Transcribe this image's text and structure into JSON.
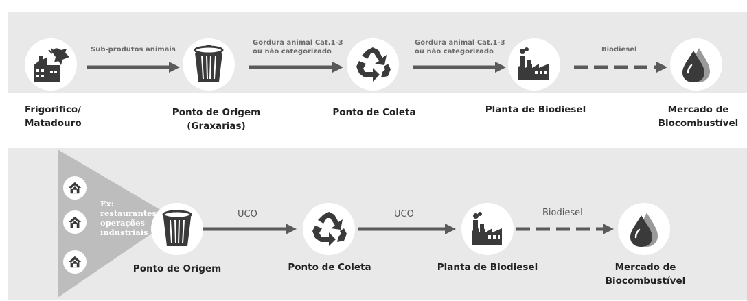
{
  "row1": {
    "nodes": [
      {
        "label_lines": [
          "Frigorifico/",
          "Matadouro"
        ],
        "icon": "slaughterhouse-icon"
      },
      {
        "label_lines": [
          "Ponto de Origem",
          "(Graxarias)"
        ],
        "icon": "trash-bin-icon"
      },
      {
        "label_lines": [
          "Ponto de Coleta"
        ],
        "icon": "recycle-icon"
      },
      {
        "label_lines": [
          "Planta de Biodiesel"
        ],
        "icon": "factory-icon"
      },
      {
        "label_lines": [
          "Mercado de",
          "Biocombustível"
        ],
        "icon": "oil-drop-icon"
      }
    ],
    "edges": [
      {
        "label_lines": [
          "Sub-produtos animais"
        ],
        "style": "solid"
      },
      {
        "label_lines": [
          "Gordura animal Cat.1-3",
          "ou não categorizado"
        ],
        "style": "solid"
      },
      {
        "label_lines": [
          "Gordura animal Cat.1-3",
          "ou não categorizado"
        ],
        "style": "solid"
      },
      {
        "label_lines": [
          "Biodiesel"
        ],
        "style": "dashed"
      }
    ]
  },
  "row2": {
    "sources": {
      "icon": "house-icon",
      "count": 3,
      "text_lines": [
        "Ex:",
        "restaurantes,",
        "operações",
        "industriais"
      ]
    },
    "nodes": [
      {
        "label_lines": [
          "Ponto de Origem"
        ],
        "icon": "trash-bin-icon"
      },
      {
        "label_lines": [
          "Ponto de Coleta"
        ],
        "icon": "recycle-icon"
      },
      {
        "label_lines": [
          "Planta de Biodiesel"
        ],
        "icon": "factory-icon"
      },
      {
        "label_lines": [
          "Mercado de",
          "Biocombustível"
        ],
        "icon": "oil-drop-icon"
      }
    ],
    "edges": [
      {
        "label_lines": [
          "UCO"
        ],
        "style": "solid"
      },
      {
        "label_lines": [
          "UCO"
        ],
        "style": "solid"
      },
      {
        "label_lines": [
          "Biodiesel"
        ],
        "style": "dashed"
      }
    ]
  },
  "colors": {
    "band": "#e9e9e9",
    "arrow": "#5a5a5a",
    "icon": "#3a3a3a",
    "label": "#222222",
    "edge_label": "#6b6b6b"
  }
}
